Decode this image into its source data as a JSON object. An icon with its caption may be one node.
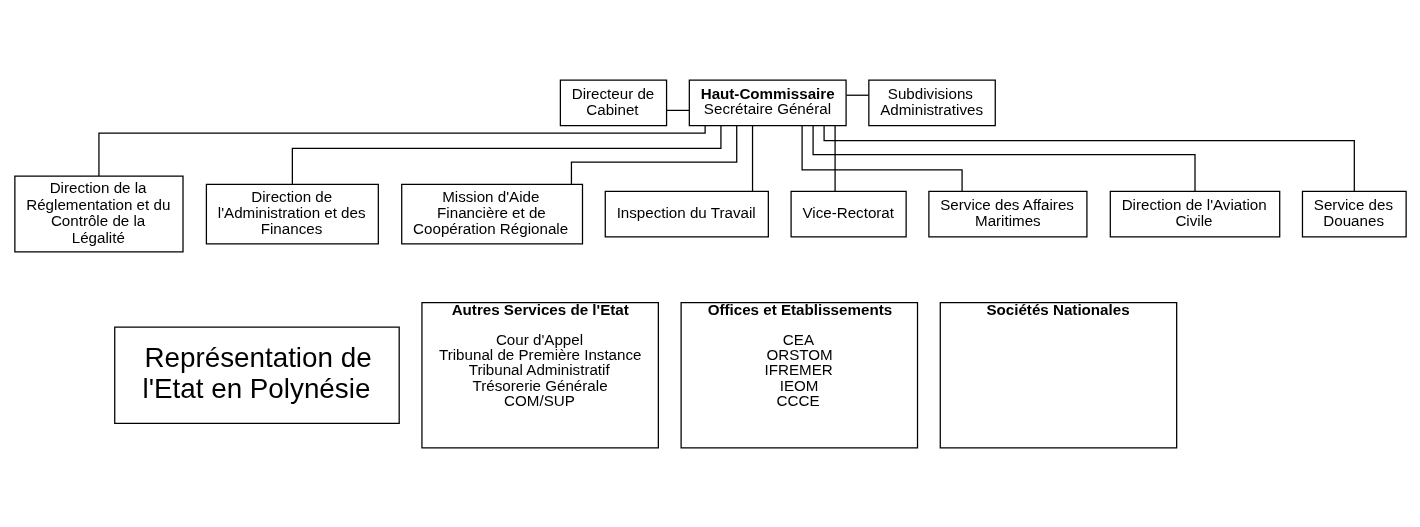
{
  "diagram": {
    "nodes": [
      {
        "text": [
          "Directeur de Cabinet"
        ]
      },
      {
        "text": [
          "Haut-Commissaire",
          "Secrétaire Général"
        ]
      },
      {
        "text": [
          "Subdivisions Administratives"
        ]
      },
      {
        "text": [
          "Direction de la Réglementation et du Contrôle de la Légalité"
        ]
      },
      {
        "text": [
          "Direction de l'Administration et des Finances"
        ]
      },
      {
        "text": [
          "Mission d'Aide Financière et de Coopération Régionale"
        ]
      },
      {
        "text": [
          "Inspection du Travail"
        ]
      },
      {
        "text": [
          "Vice-Rectorat"
        ]
      },
      {
        "text": [
          "Service des Affaires Maritimes"
        ]
      },
      {
        "text": [
          "Direction de l'Aviation Civile"
        ]
      },
      {
        "text": [
          "Service des Douanes"
        ]
      },
      {
        "text": [
          "Représentation de l'Etat en Polynésie"
        ]
      },
      {
        "text": [
          "Autres Services de l'Etat",
          "Cour d'Appel",
          "Tribunal de Première Instance",
          "Tribunal Administratif",
          "Trésorerie Générale",
          "COM/SUP"
        ]
      },
      {
        "text": [
          "Offices et Etablissements",
          "CEA",
          "ORSTOM",
          "IFREMER",
          "IEOM",
          "CCCE"
        ]
      },
      {
        "text": [
          "Sociétés Nationales"
        ]
      }
    ],
    "edges": [
      {
        "from": 1,
        "to": 0,
        "arrow": "none"
      },
      {
        "from": 1,
        "to": 2,
        "arrow": "none"
      },
      {
        "from": 1,
        "to": 3,
        "arrow": "none"
      },
      {
        "from": 1,
        "to": 4,
        "arrow": "none"
      },
      {
        "from": 1,
        "to": 5,
        "arrow": "none"
      },
      {
        "from": 1,
        "to": 6,
        "arrow": "none"
      },
      {
        "from": 1,
        "to": 7,
        "arrow": "none"
      },
      {
        "from": 1,
        "to": 8,
        "arrow": "none"
      },
      {
        "from": 1,
        "to": 9,
        "arrow": "none"
      },
      {
        "from": 1,
        "to": 10,
        "arrow": "none"
      }
    ]
  }
}
